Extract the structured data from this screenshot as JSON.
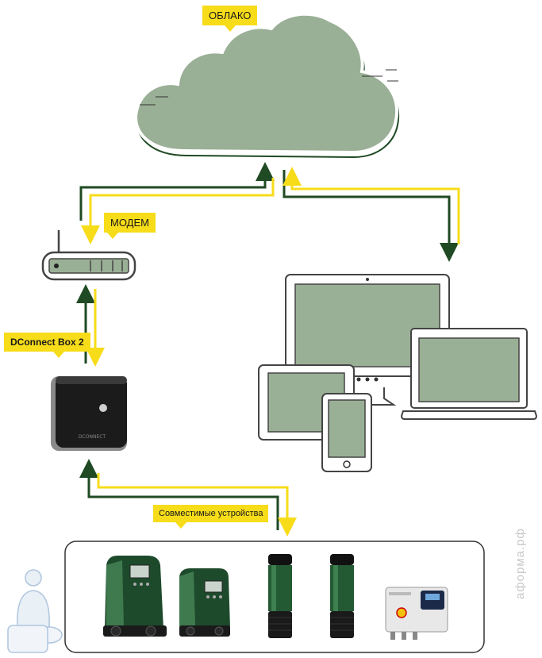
{
  "labels": {
    "cloud": "ОБЛАКО",
    "modem": "МОДЕМ",
    "dconnect": "DConnect Box 2",
    "devices": "Совместимые устройства",
    "box_brand": "DCONNECT"
  },
  "watermark": "аформа.рф",
  "colors": {
    "cloud_fill": "#9ab096",
    "screen_fill": "#9ab096",
    "arrow_green": "#1f4a23",
    "arrow_yellow": "#f7dc1a",
    "outline": "#444444"
  }
}
